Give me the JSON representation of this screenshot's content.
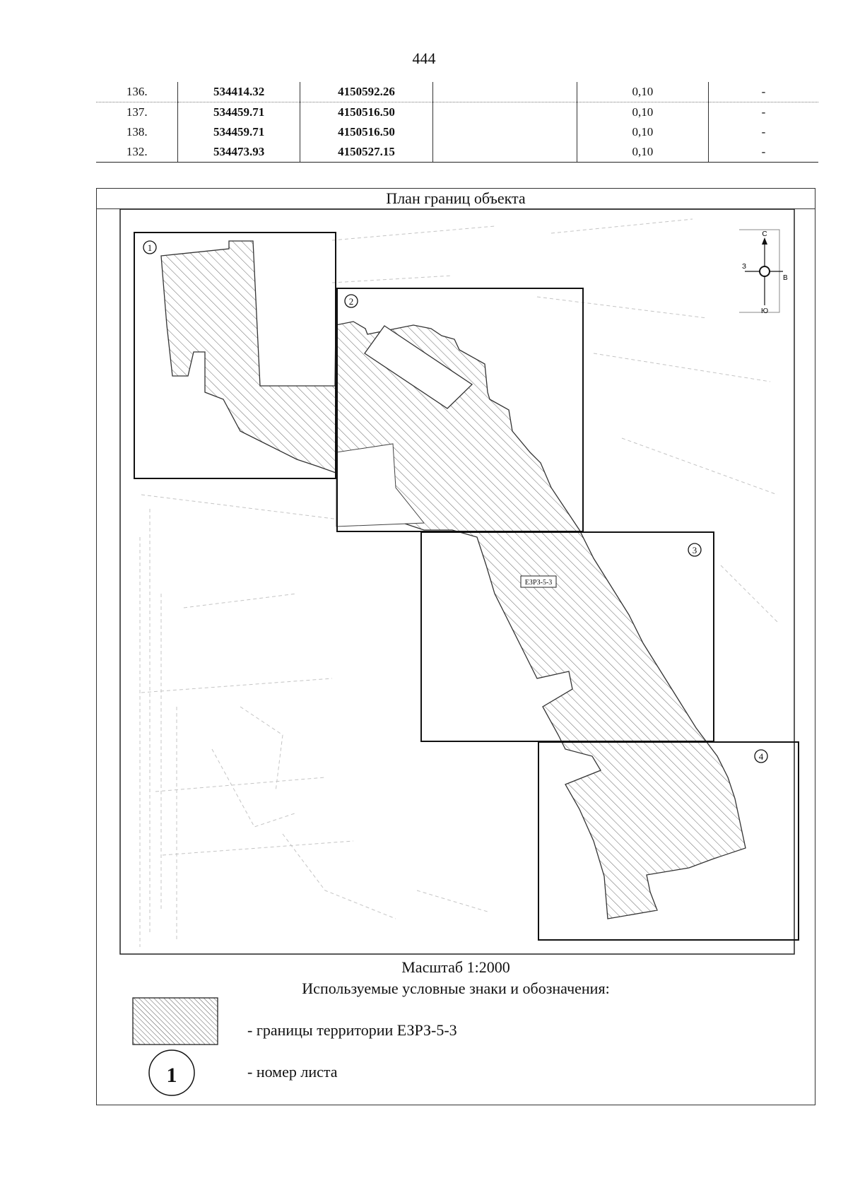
{
  "page_number": "444",
  "coordinate_rows": [
    {
      "num": "136.",
      "x": "534414.32",
      "y": "4150592.26",
      "accuracy": "0,10",
      "note": "-"
    },
    {
      "num": "137.",
      "x": "534459.71",
      "y": "4150516.50",
      "accuracy": "0,10",
      "note": "-"
    },
    {
      "num": "138.",
      "x": "534459.71",
      "y": "4150516.50",
      "accuracy": "0,10",
      "note": "-"
    },
    {
      "num": "132.",
      "x": "534473.93",
      "y": "4150527.15",
      "accuracy": "0,10",
      "note": "-"
    }
  ],
  "plan": {
    "title": "План границ объекта",
    "zone_label": "ЕЗРЗ-5-3",
    "sheet_numbers": [
      "1",
      "2",
      "3",
      "4"
    ],
    "compass": {
      "north": "С",
      "south": "Ю",
      "east": "В",
      "west": "З"
    },
    "scale": "Масштаб 1:2000"
  },
  "legend": {
    "title": "Используемые условные знаки и обозначения:",
    "hatch_text": "- границы территории ЕЗРЗ-5-3",
    "sheet_text": "- номер листа",
    "sheet_symbol": "1"
  },
  "colors": {
    "ink": "#111111",
    "faint": "#bdbdbd"
  }
}
